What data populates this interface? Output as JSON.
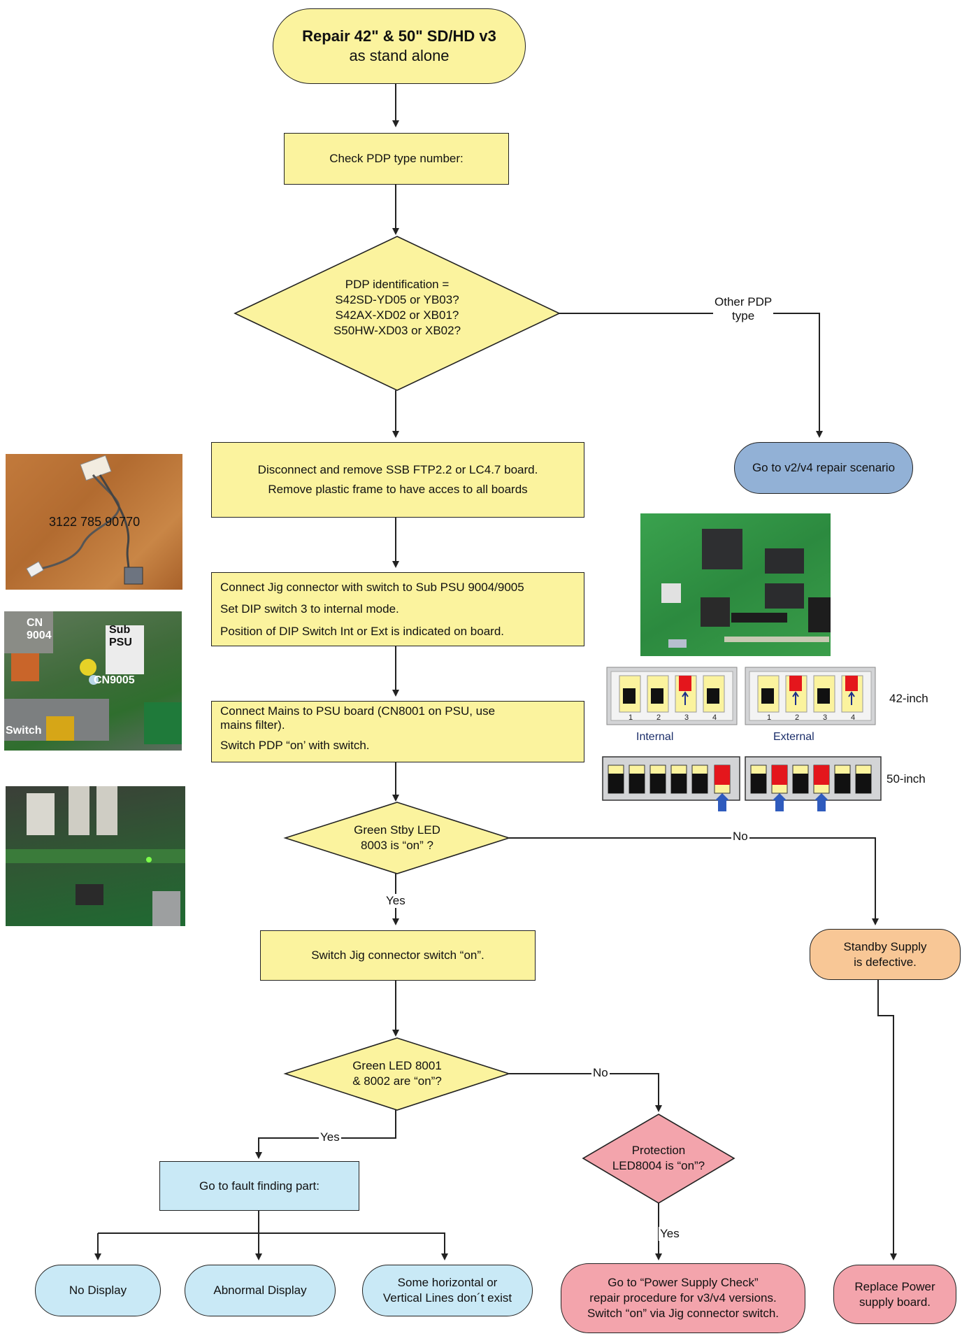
{
  "title": {
    "line1": "Repair 42\" & 50\" SD/HD  v3",
    "line2": "as stand alone"
  },
  "steps": {
    "check_type": "Check PDP type number:",
    "identification": [
      "PDP identification =",
      "S42SD-YD05 or YB03?",
      "S42AX-XD02 or XB01?",
      "S50HW-XD03 or XB02?"
    ],
    "other_type": [
      "Other PDP",
      "type"
    ],
    "go_v2v4": "Go to v2/v4 repair scenario",
    "disconnect": [
      "Disconnect and remove SSB FTP2.2 or LC4.7 board.",
      "Remove plastic frame to have acces to all boards"
    ],
    "connect_jig": [
      "Connect Jig connector with switch to Sub PSU 9004/9005",
      "Set DIP switch 3 to internal mode.",
      "Position of DIP Switch Int or Ext is indicated on board."
    ],
    "connect_mains": [
      "Connect Mains to PSU board (CN8001 on PSU, use",
      "mains filter).",
      "Switch PDP “on’ with switch."
    ],
    "stby_led": [
      "Green Stby LED",
      "8003 is “on” ?"
    ],
    "switch_jig": "Switch  Jig connector  switch “on”.",
    "standby_defective": [
      "Standby Supply",
      "is defective."
    ],
    "green_led": [
      "Green LED 8001",
      "& 8002 are “on”?"
    ],
    "protection": [
      "Protection",
      "LED8004 is “on”?"
    ],
    "fault_finding": "Go to fault finding part:",
    "no_display": "No Display",
    "abnormal_display": "Abnormal Display",
    "lines_missing": [
      "Some horizontal or",
      "Vertical Lines don´t exist"
    ],
    "power_supply_check": [
      "Go to “Power Supply Check”",
      "repair procedure for v3/v4 versions.",
      "Switch “on” via Jig connector switch."
    ],
    "replace_power": [
      "Replace Power",
      "supply  board."
    ]
  },
  "edge_labels": {
    "no1": "No",
    "yes1": "Yes",
    "no2": "No",
    "yes2": "Yes",
    "yes3": "Yes"
  },
  "photos": {
    "cable_part_number": "3122 785 90770",
    "cn9004": [
      "CN",
      "9004"
    ],
    "sub_psu": [
      "Sub",
      "PSU"
    ],
    "cn9005": "CN9005",
    "switch": "Switch"
  },
  "dip": {
    "numbers": [
      "1",
      "2",
      "3",
      "4"
    ],
    "internal": "Internal",
    "external": "External",
    "size_42": "42-inch",
    "size_50": "50-inch",
    "internal_42_on": [
      3
    ],
    "external_42_on": [
      2,
      4
    ],
    "internal_50_on": [
      6
    ],
    "external_50_on": [
      2,
      4
    ]
  },
  "colors": {
    "yellow": "#fbf39e",
    "blue_box": "#c9e9f6",
    "steel_blue": "#92b1d6",
    "peach": "#f8c796",
    "pink": "#f3a4ac",
    "dip_red": "#e4161c"
  }
}
